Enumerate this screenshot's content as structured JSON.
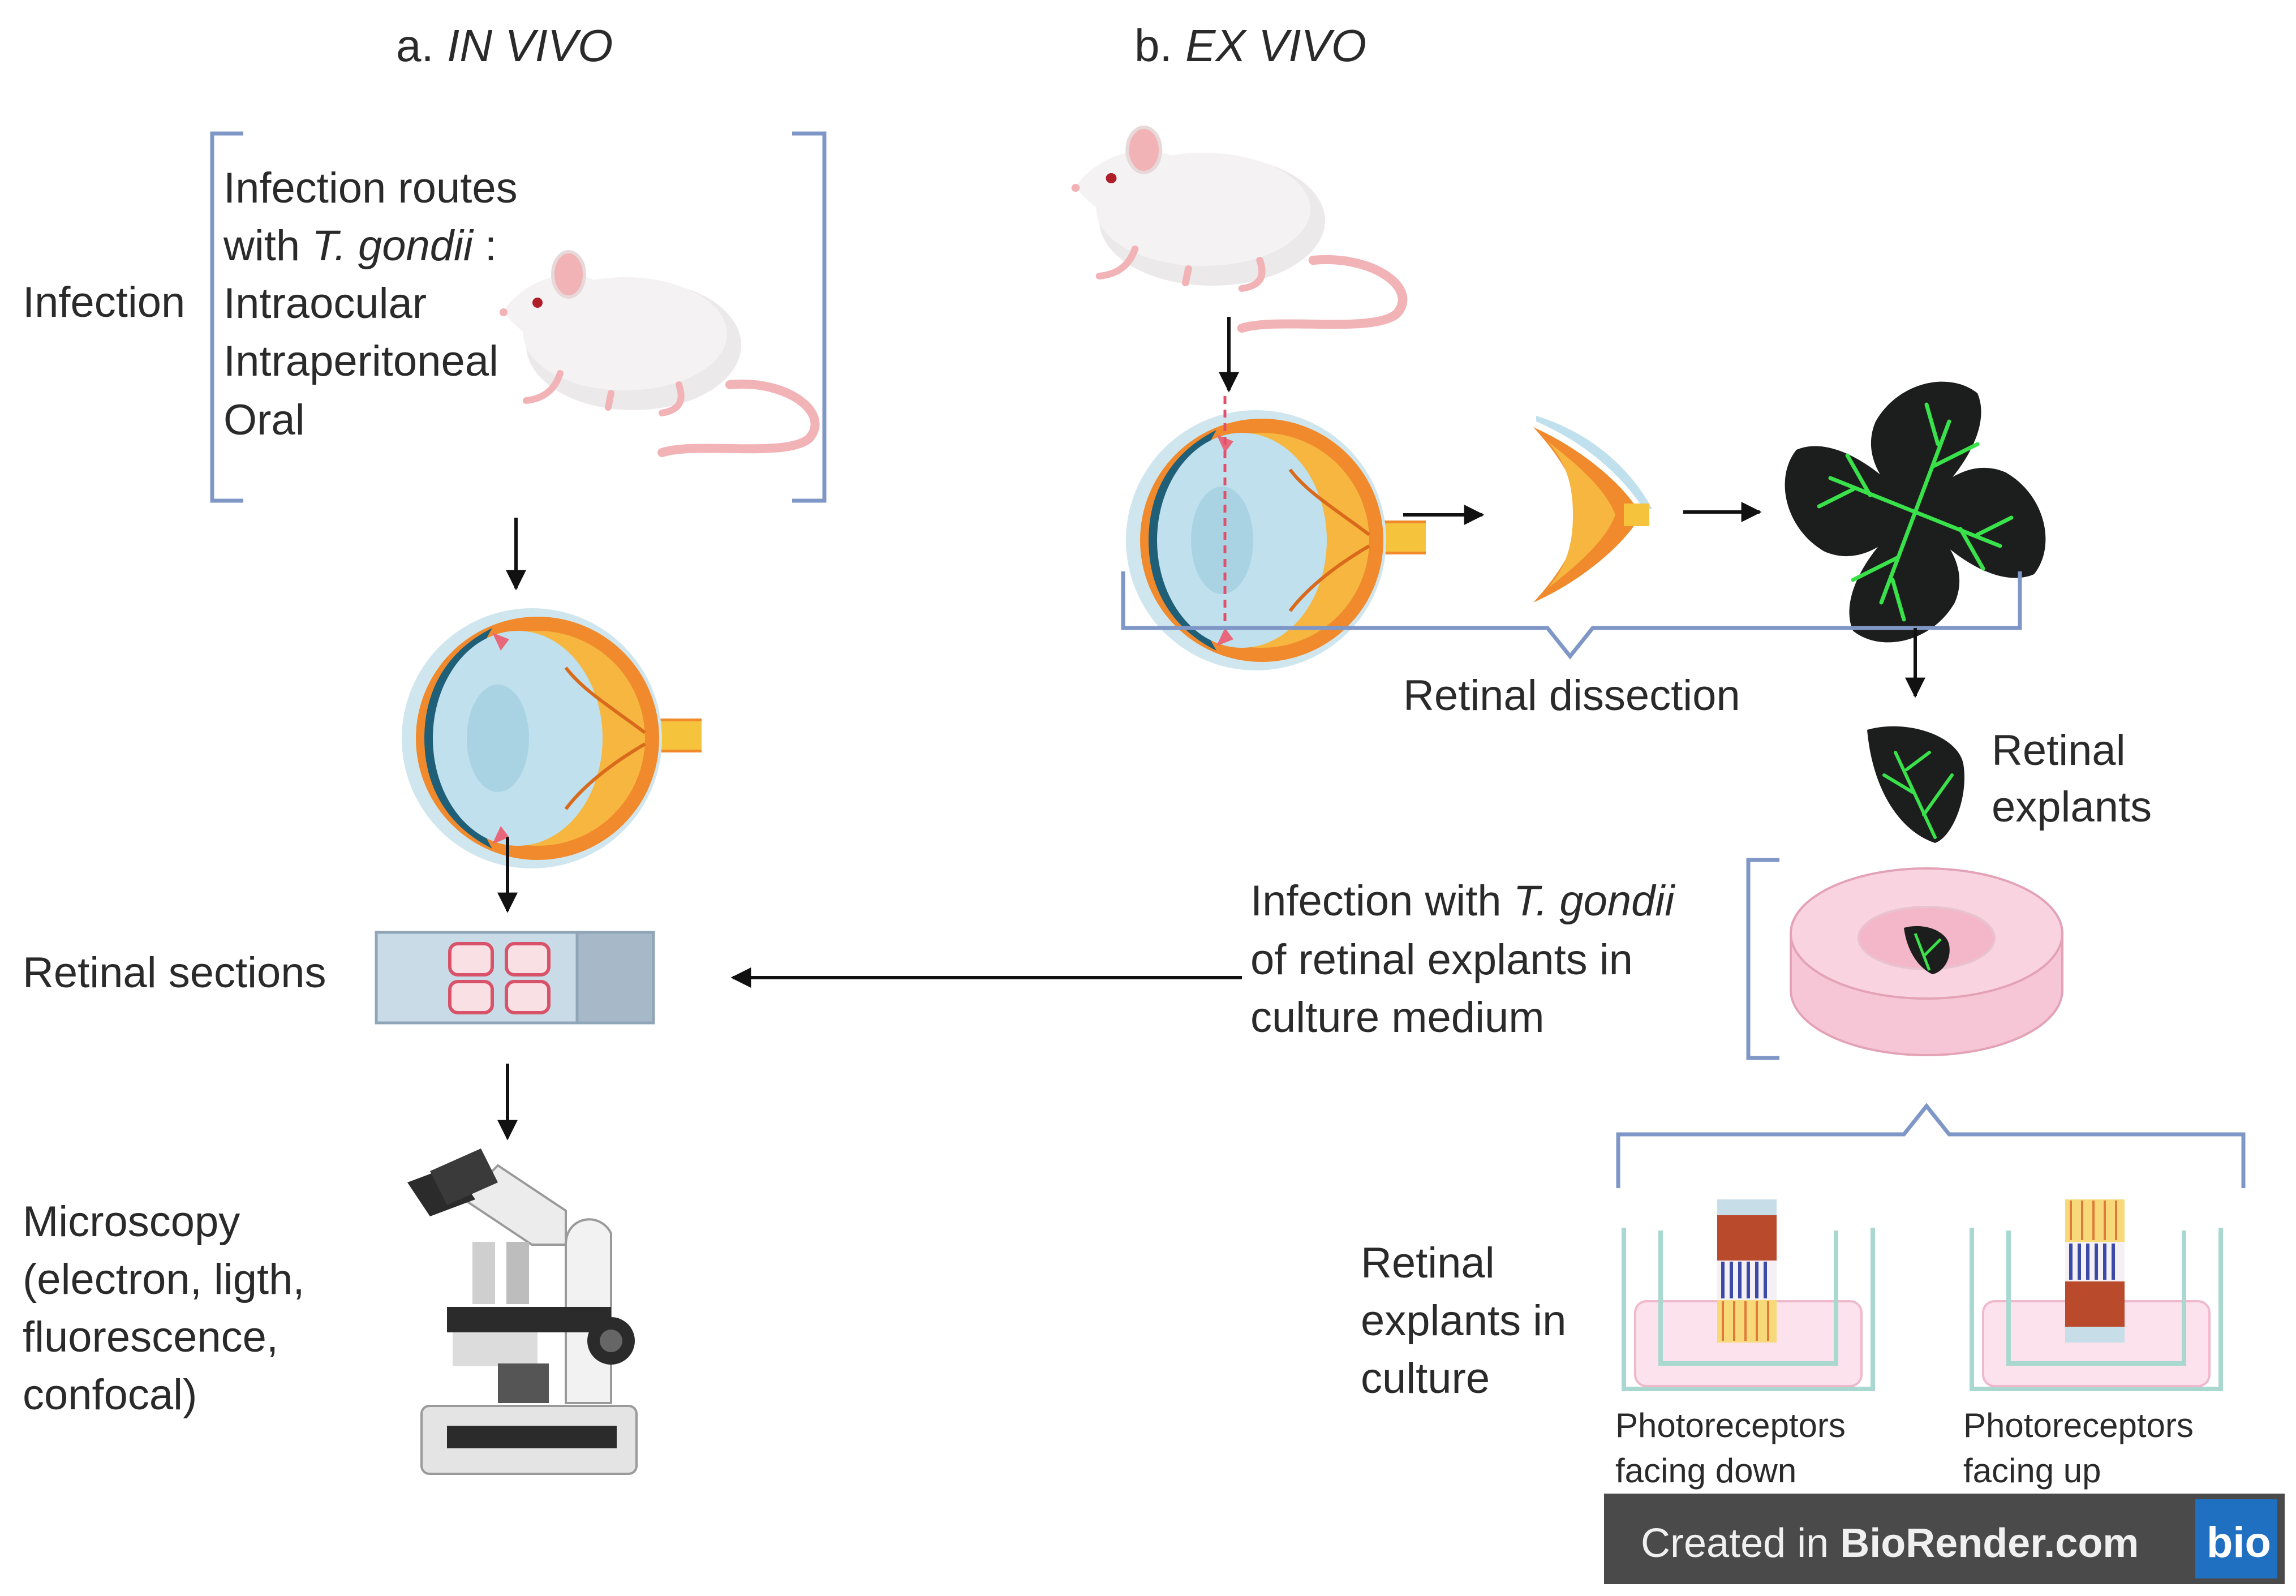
{
  "panel_a": {
    "prefix": "a.",
    "title": "IN VIVO",
    "infection_label": "Infection",
    "routes_line1": "Infection routes",
    "routes_line2_a": "with ",
    "routes_line2_b": "T. gondii",
    "routes_line2_c": " :",
    "route_1": "Intraocular",
    "route_2": "Intraperitoneal",
    "route_3": "Oral",
    "sections_label": "Retinal sections",
    "microscopy_1": "Microscopy",
    "microscopy_2": "(electron, ligth,",
    "microscopy_3": "fluorescence,",
    "microscopy_4": "confocal)"
  },
  "panel_b": {
    "prefix": "b.",
    "title": "EX VIVO",
    "dissection_label": "Retinal dissection",
    "explants_1": "Retinal",
    "explants_2": "explants",
    "infection_1a": "Infection with ",
    "infection_1b": "T. gondii",
    "infection_2": "of retinal explants in",
    "infection_3": "culture medium",
    "culture_1": "Retinal",
    "culture_2": "explants in",
    "culture_3": "culture",
    "down_1": "Photoreceptors",
    "down_2": "facing down",
    "up_1": "Photoreceptors",
    "up_2": "facing up"
  },
  "badge": {
    "prefix": "Created in ",
    "brand": "BioRender.com",
    "logo": "bio"
  },
  "colors": {
    "bracket": "#7f97c6",
    "mouse_body": "#f1eff0",
    "mouse_pink": "#f2b3b6",
    "eye_orange": "#f08a2c",
    "eye_lens": "#bfe0ec",
    "retina_green": "#39e14a",
    "dish_pink": "#f7c6d6",
    "badge_bg": "#4a4a4a",
    "badge_logo": "#1f70c1"
  }
}
